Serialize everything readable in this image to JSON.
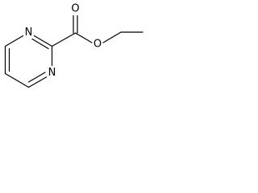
{
  "molecule": {
    "atoms": {
      "n_upper": "N",
      "n_lower": "N",
      "o_carbonyl": "O",
      "o_ester": "O"
    }
  }
}
